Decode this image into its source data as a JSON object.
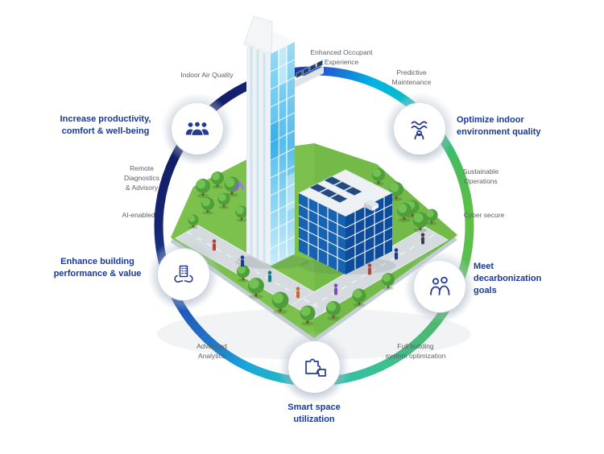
{
  "diagram": {
    "nodes": [
      {
        "label": "Increase productivity,\ncomfort & well-being",
        "icon": "team-icon"
      },
      {
        "label": "Optimize indoor\nenvironment quality",
        "icon": "air-quality-icon"
      },
      {
        "label": "Enhance building\nperformance & value",
        "icon": "hands-building-icon"
      },
      {
        "label": "Meet\ndecarbonization\ngoals",
        "icon": "two-people-icon"
      },
      {
        "label": "Smart space\nutilization",
        "icon": "puzzle-icon"
      }
    ],
    "ring_labels": [
      {
        "text": "Indoor Air Quality"
      },
      {
        "text": "Enhanced Occupant\nExperience"
      },
      {
        "text": "Predictive\nMaintenance"
      },
      {
        "text": "Sustainable\nOperations"
      },
      {
        "text": "Cyber secure"
      },
      {
        "text": "Full building\nsystem optimization"
      },
      {
        "text": "Advanced\nAnalytics"
      },
      {
        "text": "AI-enabled"
      },
      {
        "text": "Remote\nDiagnostics\n& Advisory"
      }
    ],
    "colors": {
      "heading_blue": "#16399b",
      "label_gray": "#5c6166",
      "ring_navy": "#141d6e",
      "ring_blue": "#2a49cc",
      "ring_cyan": "#00b4e4",
      "ring_green": "#5fbe44",
      "ring_teal": "#2bc0b4"
    }
  }
}
